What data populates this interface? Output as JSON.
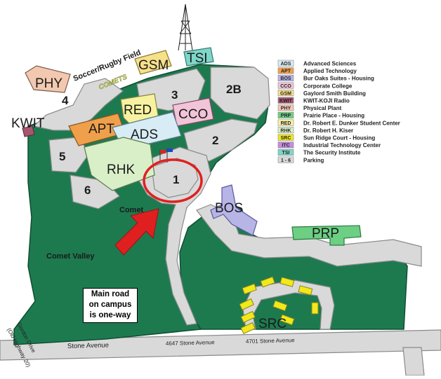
{
  "colors": {
    "campus_green": "#1d7a4f",
    "pavement": "#d9d9d9",
    "road_outline": "#8a8a8a",
    "highlight_circle": "#e02020",
    "arrow": "#e02020",
    "housing_yellow": "#f2e81a"
  },
  "buildings": {
    "phy": "PHY",
    "kwit": "KWIT",
    "apt": "APT",
    "red": "RED",
    "ads": "ADS",
    "cco": "CCO",
    "rhk": "RHK",
    "gsm": "GSM",
    "tsi": "TSI",
    "bos": "BOS",
    "prp": "PRP",
    "src": "SRC"
  },
  "parking_lots": [
    "4",
    "3",
    "2B",
    "5",
    "2",
    "6",
    "1"
  ],
  "areas": {
    "soccer_field": "Soccer/Rugby Field",
    "comets_field_text": "COMETS",
    "comet_label": "Comet",
    "comet_valley": "Comet Valley"
  },
  "notice": {
    "line1": "Main road",
    "line2": "on campus",
    "line3": "is one-way"
  },
  "roads": {
    "stone_avenue": "Stone Avenue",
    "address_4647": "4647 Stone Avenue",
    "address_4701": "4701 Stone Avenue",
    "gordon_drive": "Gordon Drive",
    "old_highway": "(Old Highway 20)"
  },
  "legend": [
    {
      "code": "ADS",
      "label": "Advanced Sciences",
      "color": "#d7ecf5"
    },
    {
      "code": "APT",
      "label": "Applied Technology",
      "color": "#f0a04b"
    },
    {
      "code": "BOS",
      "label": "Bur Oaks Suites - Housing",
      "color": "#b7b4e6"
    },
    {
      "code": "CCO",
      "label": "Corporate College",
      "color": "#f2c4d8"
    },
    {
      "code": "GSM",
      "label": "Gaylord Smith Building",
      "color": "#f7e08a"
    },
    {
      "code": "KWIT",
      "label": "KWIT-KOJI Radio",
      "color": "#a8566f"
    },
    {
      "code": "PHY",
      "label": "Physical Plant",
      "color": "#f2c9b0"
    },
    {
      "code": "PRP",
      "label": "Prairie Place - Housing",
      "color": "#6ccf83"
    },
    {
      "code": "RED",
      "label": "Dr. Robert E. Dunker Student Center",
      "color": "#f7f2a0"
    },
    {
      "code": "RHK",
      "label": "Dr. Robert H. Kiser",
      "color": "#d9efc8"
    },
    {
      "code": "SRC",
      "label": "Sun Ridge Court - Housing",
      "color": "#f2e81a"
    },
    {
      "code": "ITC",
      "label": "Industrial Technology Center",
      "color": "#c58be0"
    },
    {
      "code": "TSI",
      "label": "The Security Institute",
      "color": "#7fd6c9"
    },
    {
      "code": "1 - 6",
      "label": "Parking",
      "color": "#d9d9d9"
    }
  ]
}
